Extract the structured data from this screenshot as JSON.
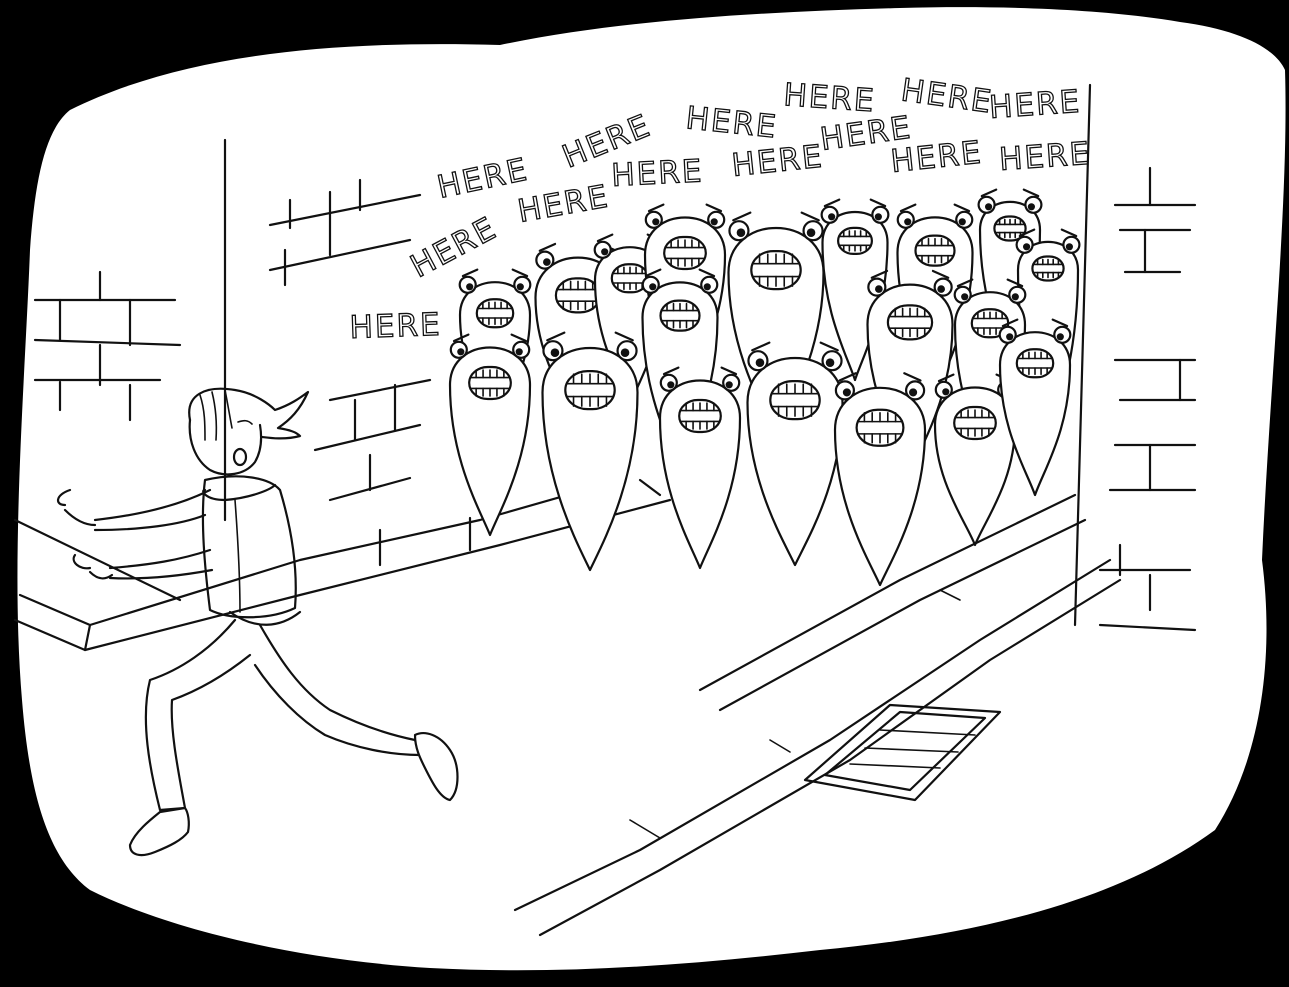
{
  "colors": {
    "paper": "#ffffff",
    "ink": "#111111",
    "background": "#000000"
  },
  "shouts": [
    "HERE",
    "HERE",
    "HERE",
    "HERE",
    "HERE",
    "HERE",
    "HERE",
    "HERE",
    "HERE",
    "HERE",
    "HERE",
    "HERE",
    "HERE",
    "HERE"
  ]
}
